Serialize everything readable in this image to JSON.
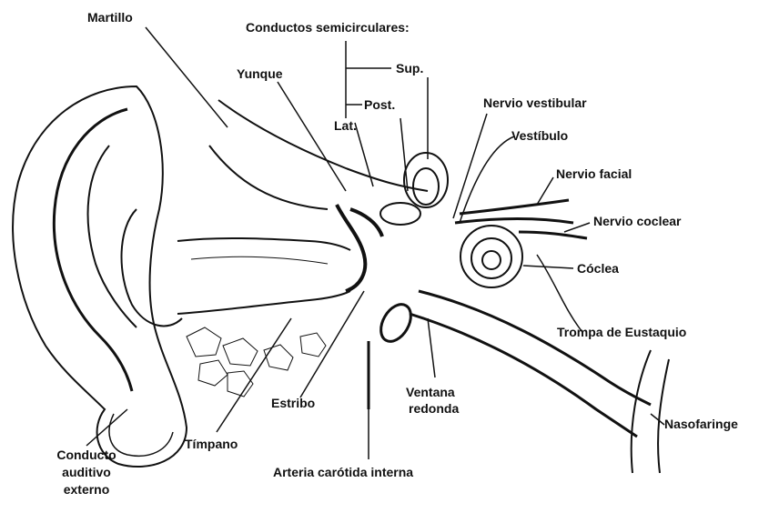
{
  "colors": {
    "ink": "#111111",
    "paper": "#ffffff",
    "bone": "#555555"
  },
  "labels": {
    "martillo": "Martillo",
    "conductos": "Conductos semicirculares:",
    "sup": "Sup.",
    "post": "Post.",
    "lat": "Lat.",
    "yunque": "Yunque",
    "nervio_vestibular": "Nervio vestibular",
    "vestibulo": "Vestíbulo",
    "nervio_facial": "Nervio facial",
    "nervio_coclear": "Nervio coclear",
    "coclea": "Cóclea",
    "trompa": "Trompa de Eustaquio",
    "nasofaringe": "Nasofaringe",
    "ventana_1": "Ventana",
    "ventana_2": "redonda",
    "estribo": "Estribo",
    "timpano": "Tímpano",
    "arteria": "Arteria carótida interna",
    "conducto_1": "Conducto",
    "conducto_2": "auditivo",
    "conducto_3": "externo"
  }
}
